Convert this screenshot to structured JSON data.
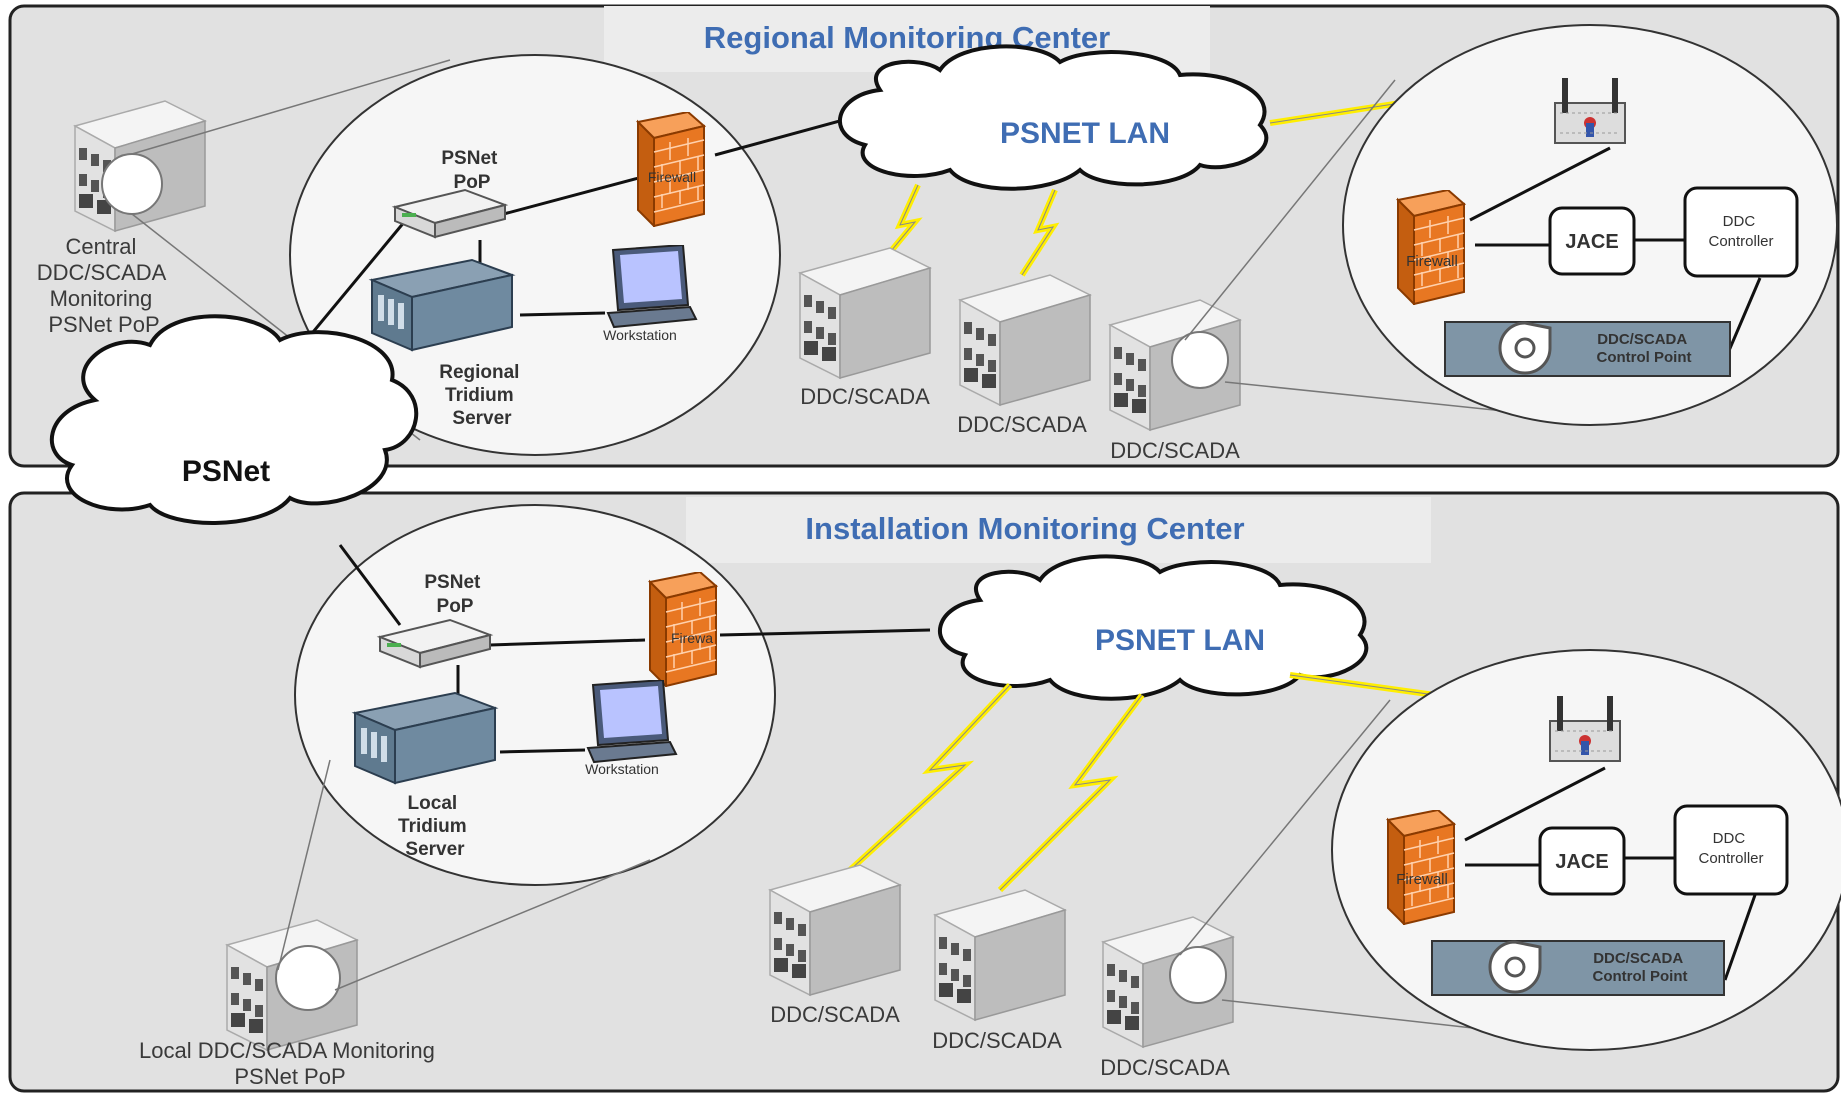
{
  "regional": {
    "title": "Regional Monitoring Center",
    "lan_label": "PSNET LAN",
    "pop_line1": "PSNet",
    "pop_line2": "PoP",
    "firewall": "Firewall",
    "server_line1": "Regional",
    "server_line2": "Tridium",
    "server_line3": "Server",
    "workstation": "Workstation",
    "central_line1": "Central",
    "central_line2": "DDC/SCADA",
    "central_line3": "Monitoring",
    "central_line4": "PSNet PoP",
    "buildings": [
      "DDC/SCADA",
      "DDC/SCADA",
      "DDC/SCADA"
    ],
    "detail": {
      "firewall": "Firewall",
      "jace": "JACE",
      "ddc_line1": "DDC",
      "ddc_line2": "Controller",
      "cp_line1": "DDC/SCADA",
      "cp_line2": "Control Point"
    }
  },
  "psnet_label": "PSNet",
  "installation": {
    "title": "Installation Monitoring Center",
    "lan_label": "PSNET LAN",
    "pop_line1": "PSNet",
    "pop_line2": "PoP",
    "firewall": "Firewa",
    "server_line1": "Local",
    "server_line2": "Tridium",
    "server_line3": "Server",
    "workstation": "Workstation",
    "local_line1": "Local DDC/SCADA Monitoring",
    "local_line2": "PSNet PoP",
    "buildings": [
      "DDC/SCADA",
      "DDC/SCADA",
      "DDC/SCADA"
    ],
    "detail": {
      "firewall": "Firewall",
      "jace": "JACE",
      "ddc_line1": "DDC",
      "ddc_line2": "Controller",
      "cp_line1": "DDC/SCADA",
      "cp_line2": "Control Point"
    }
  }
}
